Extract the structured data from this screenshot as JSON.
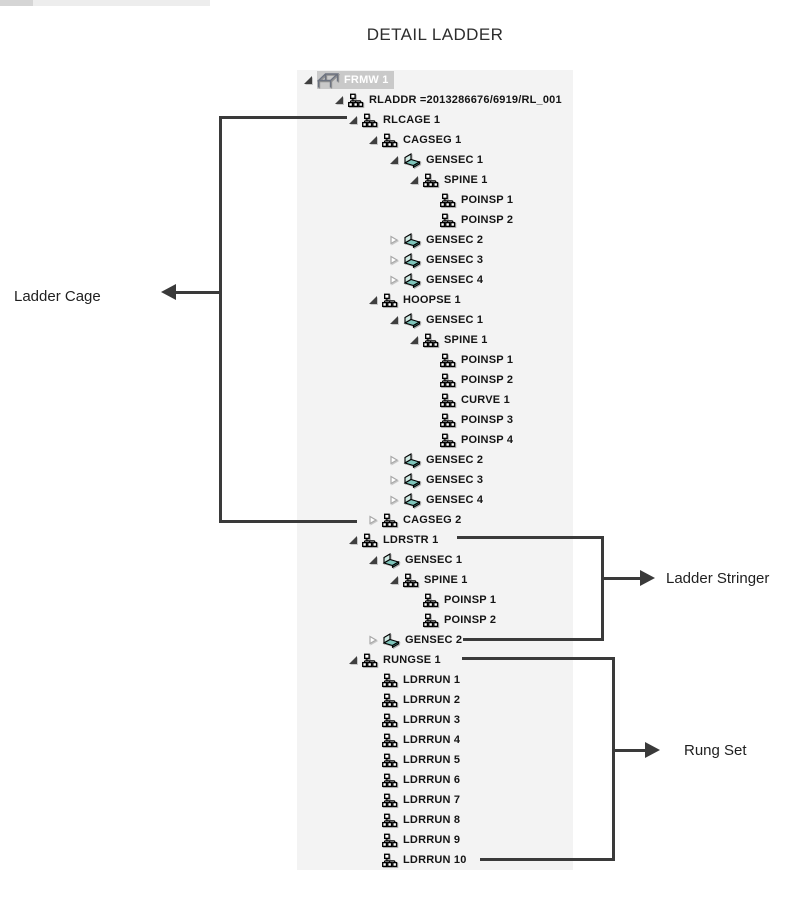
{
  "title": "DETAIL LADDER",
  "annotations": {
    "ladder_cage": "Ladder Cage",
    "ladder_stringer": "Ladder Stringer",
    "rung_set": "Rung Set"
  },
  "colors": {
    "panel_background": "#f3f3f3",
    "selection_highlight": "#c9c9c9",
    "selected_text": "#ffffff",
    "tree_text": "#141414",
    "annotation_line": "#3a3a3a",
    "section_icon_teal": "#7fc4ba",
    "section_icon_teal_light": "#cfe9e3"
  },
  "icons": [
    "framework-icon",
    "hierarchy-icon",
    "section-icon",
    "expanded-toggle-icon",
    "collapsed-toggle-icon"
  ],
  "tree": {
    "nodes": [
      {
        "label": "FRMW 1",
        "level": 0,
        "state": "expanded",
        "icon": "framework-icon",
        "selected": true
      },
      {
        "label": "RLADDR =2013286676/6919/RL_001",
        "level": 1,
        "state": "expanded",
        "icon": "hierarchy-icon"
      },
      {
        "label": "RLCAGE 1",
        "level": 2,
        "state": "expanded",
        "icon": "hierarchy-icon"
      },
      {
        "label": "CAGSEG 1",
        "level": 3,
        "state": "expanded",
        "icon": "hierarchy-icon"
      },
      {
        "label": "GENSEC 1",
        "level": 4,
        "state": "expanded",
        "icon": "section-icon"
      },
      {
        "label": "SPINE 1",
        "level": 5,
        "state": "expanded",
        "icon": "hierarchy-icon"
      },
      {
        "label": "POINSP 1",
        "level": 6,
        "state": "leaf",
        "icon": "hierarchy-icon"
      },
      {
        "label": "POINSP 2",
        "level": 6,
        "state": "leaf",
        "icon": "hierarchy-icon"
      },
      {
        "label": "GENSEC 2",
        "level": 4,
        "state": "collapsed",
        "icon": "section-icon"
      },
      {
        "label": "GENSEC 3",
        "level": 4,
        "state": "collapsed",
        "icon": "section-icon"
      },
      {
        "label": "GENSEC 4",
        "level": 4,
        "state": "collapsed",
        "icon": "section-icon"
      },
      {
        "label": "HOOPSE 1",
        "level": 3,
        "state": "expanded",
        "icon": "hierarchy-icon"
      },
      {
        "label": "GENSEC 1",
        "level": 4,
        "state": "expanded",
        "icon": "section-icon"
      },
      {
        "label": "SPINE 1",
        "level": 5,
        "state": "expanded",
        "icon": "hierarchy-icon"
      },
      {
        "label": "POINSP 1",
        "level": 6,
        "state": "leaf",
        "icon": "hierarchy-icon"
      },
      {
        "label": "POINSP 2",
        "level": 6,
        "state": "leaf",
        "icon": "hierarchy-icon"
      },
      {
        "label": "CURVE 1",
        "level": 6,
        "state": "leaf",
        "icon": "hierarchy-icon"
      },
      {
        "label": "POINSP 3",
        "level": 6,
        "state": "leaf",
        "icon": "hierarchy-icon"
      },
      {
        "label": "POINSP 4",
        "level": 6,
        "state": "leaf",
        "icon": "hierarchy-icon"
      },
      {
        "label": "GENSEC 2",
        "level": 4,
        "state": "collapsed",
        "icon": "section-icon"
      },
      {
        "label": "GENSEC 3",
        "level": 4,
        "state": "collapsed",
        "icon": "section-icon"
      },
      {
        "label": "GENSEC 4",
        "level": 4,
        "state": "collapsed",
        "icon": "section-icon"
      },
      {
        "label": "CAGSEG 2",
        "level": 3,
        "state": "collapsed",
        "icon": "hierarchy-icon"
      },
      {
        "label": "LDRSTR 1",
        "level": 2,
        "state": "expanded",
        "icon": "hierarchy-icon"
      },
      {
        "label": "GENSEC 1",
        "level": 3,
        "state": "expanded",
        "icon": "section-icon"
      },
      {
        "label": "SPINE 1",
        "level": 4,
        "state": "expanded",
        "icon": "hierarchy-icon"
      },
      {
        "label": "POINSP 1",
        "level": 5,
        "state": "leaf",
        "icon": "hierarchy-icon"
      },
      {
        "label": "POINSP 2",
        "level": 5,
        "state": "leaf",
        "icon": "hierarchy-icon"
      },
      {
        "label": "GENSEC 2",
        "level": 3,
        "state": "collapsed",
        "icon": "section-icon"
      },
      {
        "label": "RUNGSE 1",
        "level": 2,
        "state": "expanded",
        "icon": "hierarchy-icon"
      },
      {
        "label": "LDRRUN 1",
        "level": 3,
        "state": "leaf",
        "icon": "hierarchy-icon"
      },
      {
        "label": "LDRRUN 2",
        "level": 3,
        "state": "leaf",
        "icon": "hierarchy-icon"
      },
      {
        "label": "LDRRUN 3",
        "level": 3,
        "state": "leaf",
        "icon": "hierarchy-icon"
      },
      {
        "label": "LDRRUN 4",
        "level": 3,
        "state": "leaf",
        "icon": "hierarchy-icon"
      },
      {
        "label": "LDRRUN 5",
        "level": 3,
        "state": "leaf",
        "icon": "hierarchy-icon"
      },
      {
        "label": "LDRRUN 6",
        "level": 3,
        "state": "leaf",
        "icon": "hierarchy-icon"
      },
      {
        "label": "LDRRUN 7",
        "level": 3,
        "state": "leaf",
        "icon": "hierarchy-icon"
      },
      {
        "label": "LDRRUN 8",
        "level": 3,
        "state": "leaf",
        "icon": "hierarchy-icon"
      },
      {
        "label": "LDRRUN 9",
        "level": 3,
        "state": "leaf",
        "icon": "hierarchy-icon"
      },
      {
        "label": "LDRRUN 10",
        "level": 3,
        "state": "leaf",
        "icon": "hierarchy-icon"
      }
    ]
  }
}
